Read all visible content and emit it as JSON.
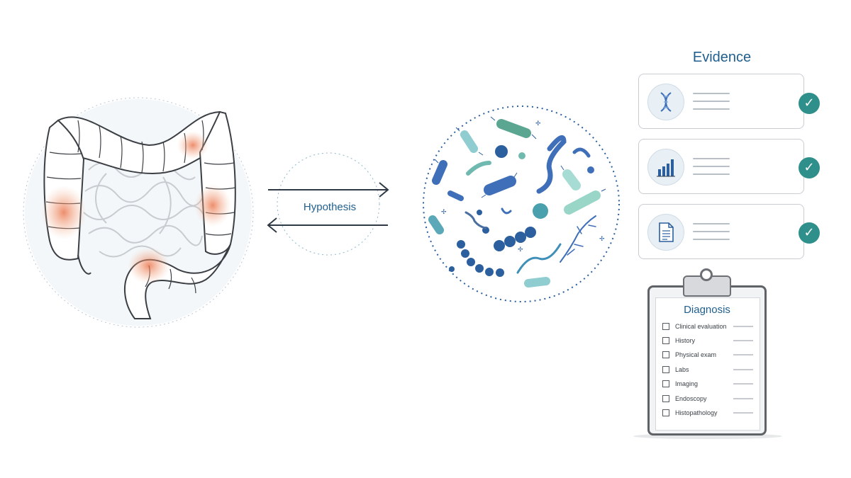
{
  "hypothesis": {
    "label": "Hypothesis"
  },
  "evidence": {
    "title": "Evidence",
    "cards": [
      {
        "icon": "dna-icon",
        "mini": "scatter-plot",
        "status": "check-icon"
      },
      {
        "icon": "bar-chart-icon",
        "mini": "box-plot",
        "status": "check-icon"
      },
      {
        "icon": "document-icon",
        "mini": "forest-plot",
        "status": "check-icon"
      }
    ]
  },
  "diagnosis": {
    "title": "Diagnosis",
    "items": [
      "Clinical evaluation",
      "History",
      "Physical exam",
      "Labs",
      "Imaging",
      "Endoscopy",
      "Histopathology"
    ]
  },
  "colors": {
    "accent": "#1f5f8f",
    "check": "#2f8f8b",
    "inflammation": "#e8673a",
    "microbe_blue": "#3f6fb8",
    "microbe_teal": "#6fb9b0"
  }
}
